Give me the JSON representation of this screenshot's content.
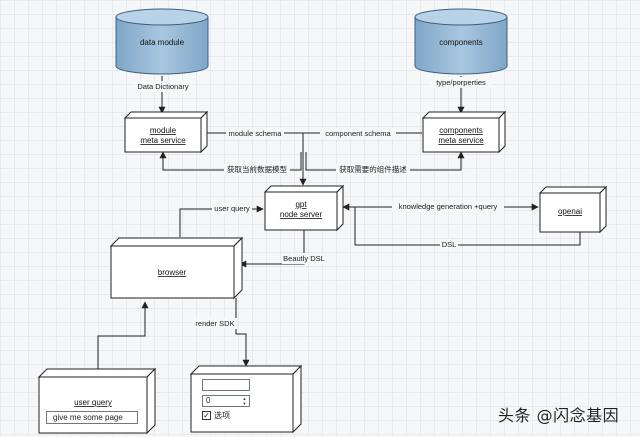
{
  "nodes": {
    "data_module": {
      "label": "data module"
    },
    "components": {
      "label": "components"
    },
    "module_meta": {
      "line1": "module",
      "line2": "meta service"
    },
    "components_meta": {
      "line1": "components",
      "line2": "meta service"
    },
    "gpt": {
      "line1": "gpt",
      "line2": "node server"
    },
    "openai": {
      "label": "openai"
    },
    "browser": {
      "label": "browser"
    },
    "user_query": {
      "label": "user query",
      "input_value": "give me some page"
    },
    "render_preview": {
      "stepper_value": "0",
      "checkbox_label": "选项",
      "checkbox_checked": true
    }
  },
  "edges": {
    "data_dictionary": "Data Dictionary",
    "type_properties": "type/porperties",
    "module_schema": "module schema",
    "component_schema": "component schema",
    "get_current_model": "获取当前数据模型",
    "get_component_desc": "获取需要的组件描述",
    "user_query": "user query",
    "knowledge_generation": "knowledge generation +query",
    "dsl": "DSL",
    "beautify_dsl": "Beautly DSL",
    "render_sdk": "render SDK"
  },
  "watermark": "头条 @闪念基因"
}
